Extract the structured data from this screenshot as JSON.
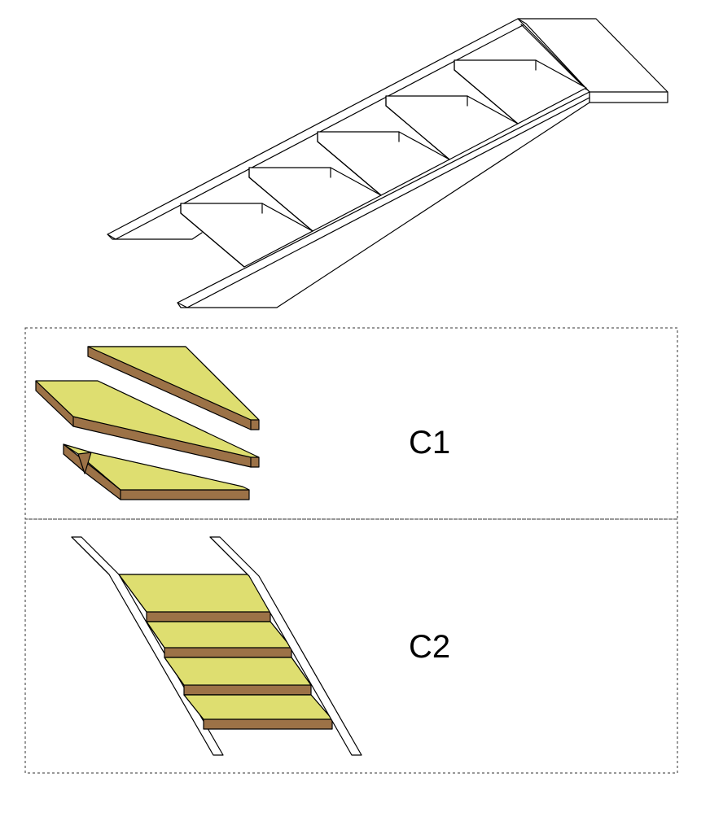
{
  "colors": {
    "tread_top": "#dede70",
    "tread_edge": "#9c7247",
    "outline": "#000000",
    "frame": "#333333",
    "stringer": "#ffffff"
  },
  "panels": [
    {
      "id": "c1",
      "label": "C1"
    },
    {
      "id": "c2",
      "label": "C2"
    }
  ]
}
